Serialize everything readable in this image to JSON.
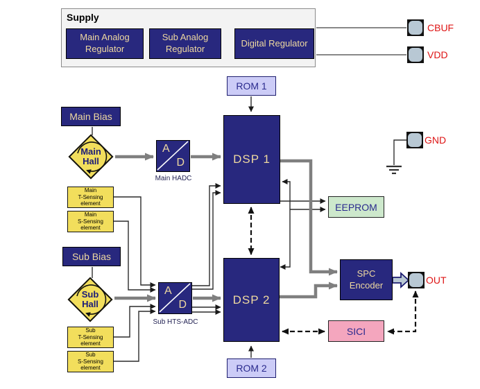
{
  "supply": {
    "title": "Supply",
    "regulators": [
      {
        "label": "Main Analog Regulator"
      },
      {
        "label": "Sub Analog Regulator"
      },
      {
        "label": "Digital Regulator"
      }
    ]
  },
  "pins": {
    "cbuf": {
      "label": "CBUF"
    },
    "vdd": {
      "label": "VDD"
    },
    "gnd": {
      "label": "GND"
    },
    "out": {
      "label": "OUT"
    }
  },
  "main_path": {
    "bias": "Main Bias",
    "hall_line1": "Main",
    "hall_line2": "Hall",
    "adc_a": "A",
    "adc_d": "D",
    "adc_label": "Main HADC",
    "t_sensing": [
      "Main",
      "T-Sensing",
      "element"
    ],
    "s_sensing": [
      "Main",
      "S-Sensing",
      "element"
    ]
  },
  "sub_path": {
    "bias": "Sub Bias",
    "hall_line1": "Sub",
    "hall_line2": "Hall",
    "adc_a": "A",
    "adc_d": "D",
    "adc_label": "Sub HTS-ADC",
    "t_sensing": [
      "Sub",
      "T-Sensing",
      "element"
    ],
    "s_sensing": [
      "Sub",
      "S-Sensing",
      "element"
    ]
  },
  "core": {
    "rom1": "ROM 1",
    "rom2": "ROM 2",
    "dsp1": "DSP 1",
    "dsp2": "DSP 2",
    "eeprom": "EEPROM",
    "spc_encoder": "SPC Encoder",
    "sici": "SICI"
  },
  "colors": {
    "block_navy": "#28287E",
    "block_yellow": "#F2DE5C",
    "text_tan": "#EFD9A0",
    "pin_label_red": "#DE1414",
    "eeprom_green": "#CDE8CC",
    "sici_pink": "#F4A6BE",
    "rom_lavender": "#CCCCF7",
    "signal_gray": "#7F7F7F",
    "line_dark": "#303030"
  }
}
